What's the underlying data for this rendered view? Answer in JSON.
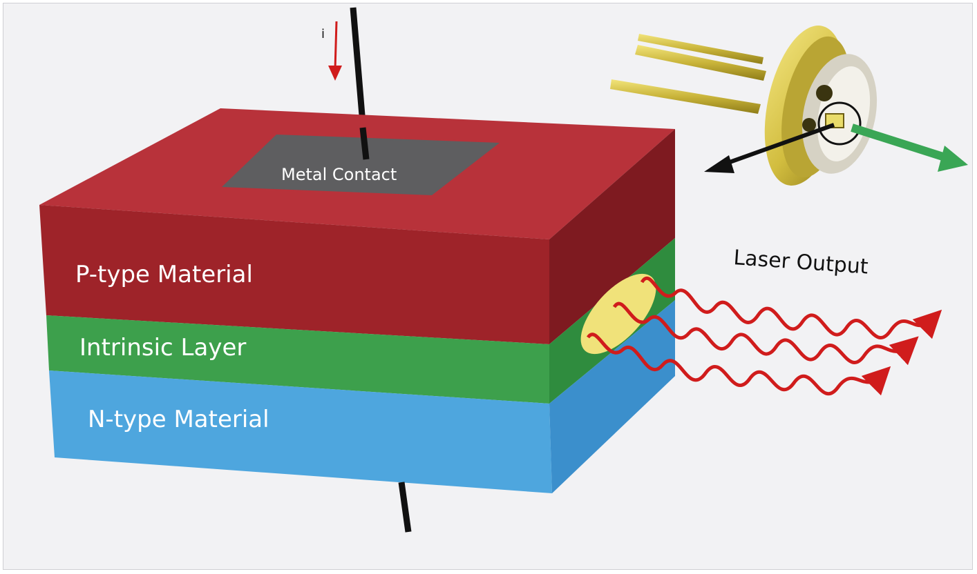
{
  "diagram": {
    "labels": {
      "current": "i",
      "metal_contact": "Metal Contact",
      "p_type": "P-type Material",
      "intrinsic": "Intrinsic Layer",
      "n_type": "N-type Material",
      "laser_output": "Laser Output"
    },
    "colors": {
      "background": "#f2f2f4",
      "p_type": "#a82a30",
      "intrinsic": "#3b9e4a",
      "n_type": "#4aa3dc",
      "metal_contact": "#5e5e60",
      "laser_wave": "#d01c1c",
      "emission_spot": "#f0e27a",
      "package_gold": "#d8c24a",
      "output_beam": "#3aa655"
    },
    "icons": [
      "laser-diode-package-icon",
      "current-arrow-icon",
      "output-arrow-icon"
    ]
  }
}
